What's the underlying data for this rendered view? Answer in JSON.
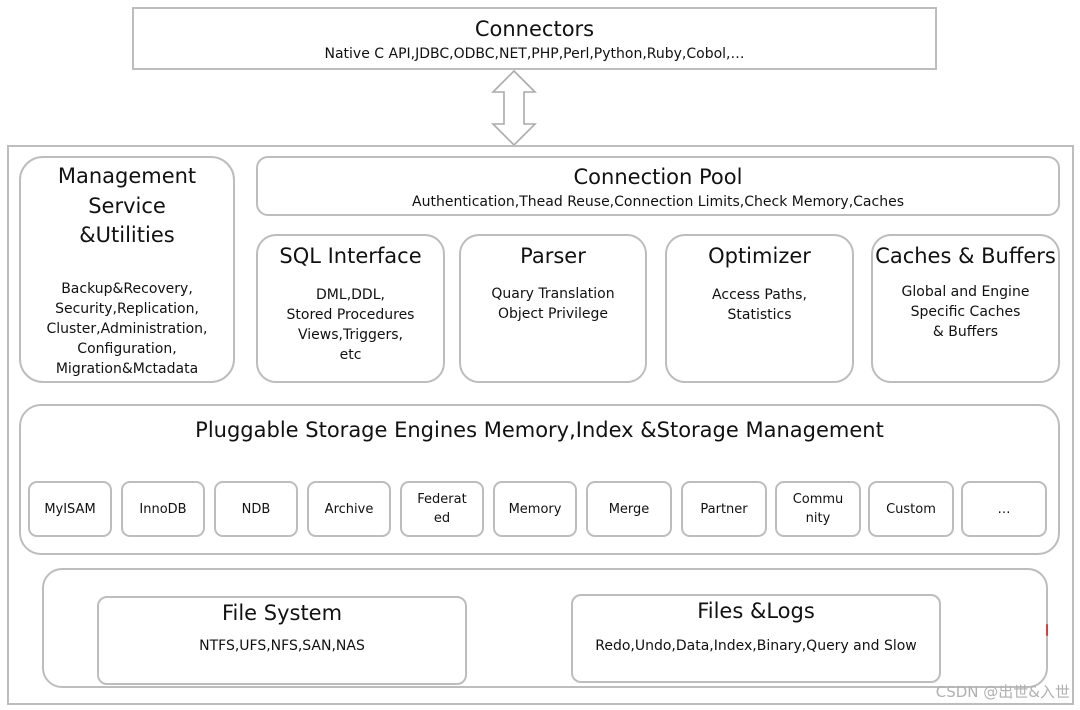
{
  "connectors": {
    "title": "Connectors",
    "subtitle": "Native C API,JDBC,ODBC,NET,PHP,Perl,Python,Ruby,Cobol,…"
  },
  "management": {
    "title_lines": [
      "Management",
      "Service",
      "&Utilities"
    ],
    "items": [
      "Backup&Recovery,",
      "Security,Replication,",
      "Cluster,Administration,",
      "Configuration,",
      "Migration&Mctadata"
    ]
  },
  "connection_pool": {
    "title": "Connection Pool",
    "subtitle": "Authentication,Thead Reuse,Connection Limits,Check Memory,Caches"
  },
  "modules": [
    {
      "title": "SQL Interface",
      "lines": [
        "DML,DDL,",
        "Stored Procedures",
        "Views,Triggers,",
        "etc"
      ]
    },
    {
      "title": "Parser",
      "lines": [
        "Quary Translation",
        "Object Privilege"
      ]
    },
    {
      "title": "Optimizer",
      "lines": [
        "Access Paths,",
        "Statistics"
      ]
    },
    {
      "title": "Caches & Buffers",
      "lines": [
        "Global and Engine",
        "Specific Caches",
        "& Buffers"
      ]
    }
  ],
  "storage": {
    "title": "Pluggable Storage Engines Memory,Index &Storage Management",
    "engines": [
      "MyISAM",
      "InnoDB",
      "NDB",
      "Archive",
      "Federat\ned",
      "Memory",
      "Merge",
      "Partner",
      "Commu\nnity",
      "Custom",
      "…"
    ]
  },
  "file_system": {
    "title": "File System",
    "subtitle": "NTFS,UFS,NFS,SAN,NAS"
  },
  "files_logs": {
    "title": "Files &Logs",
    "subtitle": "Redo,Undo,Data,Index,Binary,Query and Slow"
  },
  "watermark": "CSDN @出世&入世",
  "colors": {
    "border": "#bdbdbd",
    "text": "#111111",
    "watermark": "#b0b0b0"
  }
}
